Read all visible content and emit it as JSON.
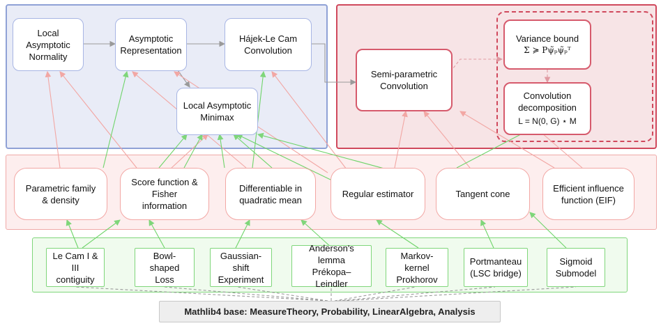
{
  "colors": {
    "blue_panel": "#e9ecf7",
    "red_panel": "#f7e4e6",
    "pink_panel": "#fdeeee",
    "green_panel": "#f0fbee",
    "red_edge": "#f2a7a4",
    "green_edge": "#6fd46a",
    "gray_edge": "#9a9a9a"
  },
  "top": {
    "lan": {
      "l1": "Local Asymptotic",
      "l2": "Normality"
    },
    "asymrep": {
      "l1": "Asymptotic",
      "l2": "Representation"
    },
    "hajek": {
      "l1": "Hájek-Le Cam",
      "l2": "Convolution"
    },
    "lam": {
      "l1": "Local Asymptotic",
      "l2": "Minimax"
    },
    "semiconv": {
      "l1": "Semi-parametric",
      "l2": "Convolution"
    },
    "varbound": {
      "l1": "Variance bound",
      "l2": "Σ ≽ Pψ̃ₚψ̃ₚᵀ"
    },
    "convdecomp": {
      "l1": "Convolution",
      "l2": "decomposition",
      "l3": "L = N(0, G) ⋆ M"
    }
  },
  "middle": {
    "param": {
      "l1": "Parametric family",
      "l2": "& density"
    },
    "score": {
      "l1": "Score function &",
      "l2": "Fisher",
      "l3": "information"
    },
    "dqm": {
      "l1": "Differentiable in",
      "l2": "quadratic mean"
    },
    "regular": {
      "l1": "Regular estimator"
    },
    "tangent": {
      "l1": "Tangent cone"
    },
    "eif": {
      "l1": "Efficient influence",
      "l2": "function (EIF)"
    }
  },
  "bottom": {
    "lecam": {
      "l1": "Le Cam I & III",
      "l2": "contiguity"
    },
    "bowl": {
      "l1": "Bowl-shaped",
      "l2": "Loss"
    },
    "gauss": {
      "l1": "Gaussian-shift",
      "l2": "Experiment"
    },
    "anderson": {
      "l1": "Anderson's",
      "l2": "lemma",
      "l3": "Prékopa–Leindler"
    },
    "markov": {
      "l1": "Markov-kernel",
      "l2": "Prokhorov"
    },
    "portmanteau": {
      "l1": "Portmanteau",
      "l2": "(LSC bridge)"
    },
    "sigmoid": {
      "l1": "Sigmoid",
      "l2": "Submodel"
    }
  },
  "base": {
    "label": "Mathlib4 base: MeasureTheory, Probability, LinearAlgebra, Analysis"
  }
}
